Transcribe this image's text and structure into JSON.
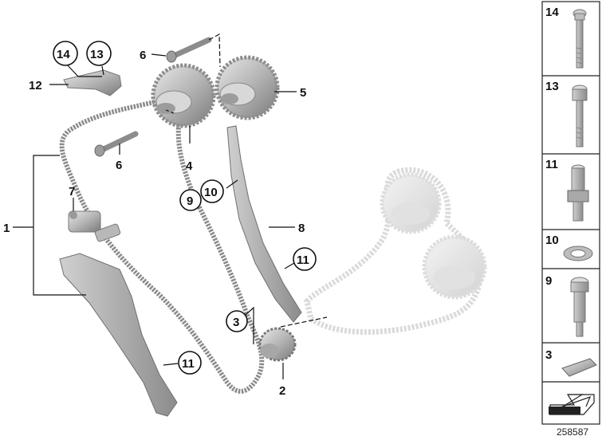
{
  "callouts": {
    "c1": "1",
    "c2": "2",
    "c3": "3",
    "c4": "4",
    "c5": "5",
    "c6a": "6",
    "c6b": "6",
    "c7": "7",
    "c8": "8",
    "c9": "9",
    "c10": "10",
    "c11a": "11",
    "c11b": "11",
    "c12": "12",
    "c13": "13",
    "c14": "14"
  },
  "sidebar": {
    "items": [
      {
        "label": "14",
        "part": "long-bolt-icon"
      },
      {
        "label": "13",
        "part": "socket-bolt-icon"
      },
      {
        "label": "11",
        "part": "stud-nut-icon"
      },
      {
        "label": "10",
        "part": "washer-icon"
      },
      {
        "label": "9",
        "part": "guide-pin-icon"
      },
      {
        "label": "3",
        "part": "shim-icon"
      },
      {
        "label": "",
        "part": "arrow-icon"
      }
    ]
  },
  "diagram_id": "258587"
}
